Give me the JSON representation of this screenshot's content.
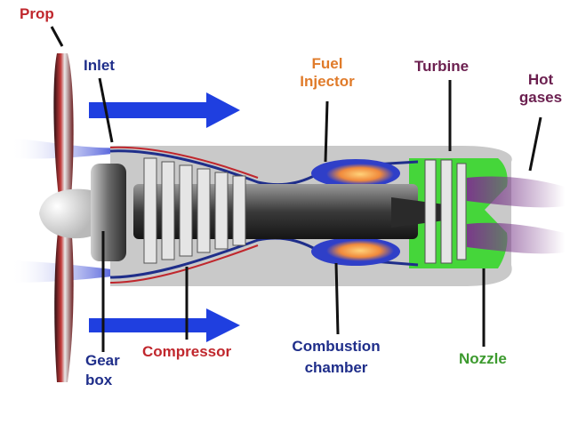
{
  "labels": {
    "prop": "Prop",
    "inlet": "Inlet",
    "fuel_injector_line1": "Fuel",
    "fuel_injector_line2": "Injector",
    "turbine": "Turbine",
    "hot_gases_line1": "Hot",
    "hot_gases_line2": "gases",
    "gear_box_line1": "Gear",
    "gear_box_line2": "box",
    "compressor": "Compressor",
    "combustion_chamber_line1": "Combustion",
    "combustion_chamber_line2": "chamber",
    "nozzle": "Nozzle"
  },
  "colors": {
    "prop_label": "#c0272d",
    "inlet_label": "#1f2e8a",
    "fuel_injector_label": "#e07b2a",
    "turbine_label": "#6b1f4f",
    "hot_gases_label": "#6b1f4f",
    "gear_box_label": "#1f2e8a",
    "compressor_label": "#c0272d",
    "combustion_chamber_label": "#1f2e8a",
    "nozzle_label": "#3c9a2e",
    "airflow_arrow": "#1f3fe0",
    "casing": "#c9c9c9",
    "nozzle_fill": "#45d63a",
    "exhaust": "#7a3a8a",
    "flame": "#f08a3c"
  }
}
